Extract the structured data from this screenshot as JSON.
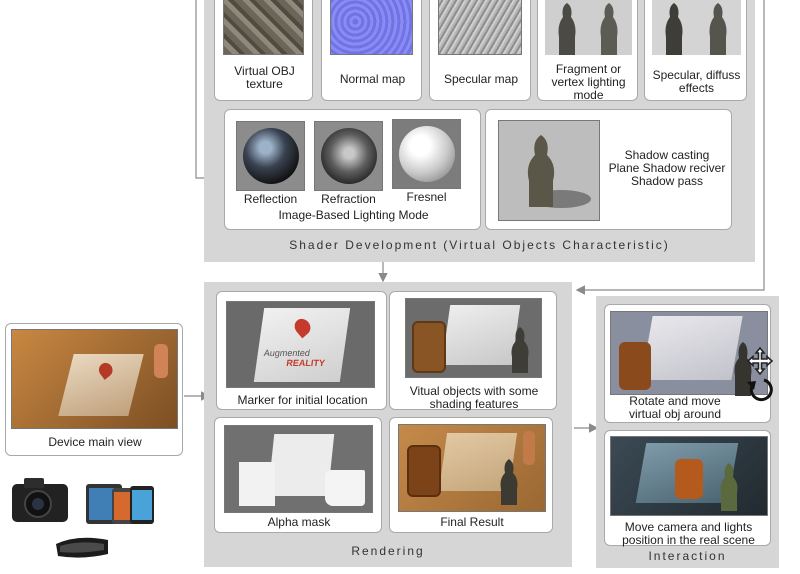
{
  "shader": {
    "title": "Shader Development (Virtual Objects Characteristic)",
    "top_items": [
      "Virtual OBJ texture",
      "Normal map",
      "Specular map",
      "Fragment or vertex lighting mode",
      "Specular, diffuss effects"
    ],
    "ibl": {
      "reflection": "Reflection",
      "refraction": "Refraction",
      "fresnel": "Fresnel",
      "caption": "Image-Based Lighting Mode"
    },
    "shadow": {
      "line1": "Shadow casting",
      "line2": "Plane Shadow reciver",
      "line3": "Shadow pass"
    }
  },
  "rendering": {
    "title": "Rendering",
    "marker": "Marker for initial location",
    "shading": "Vitual objects with some shading features",
    "alpha": "Alpha mask",
    "final": "Final Result"
  },
  "interaction": {
    "title": "Interaction",
    "rotate": "Rotate and move virtual obj around",
    "camera": "Move camera and lights position in the real scene"
  },
  "device": {
    "caption": "Device main view"
  },
  "book": {
    "brand_top": "Augmented",
    "brand_bottom": "REALITY"
  }
}
